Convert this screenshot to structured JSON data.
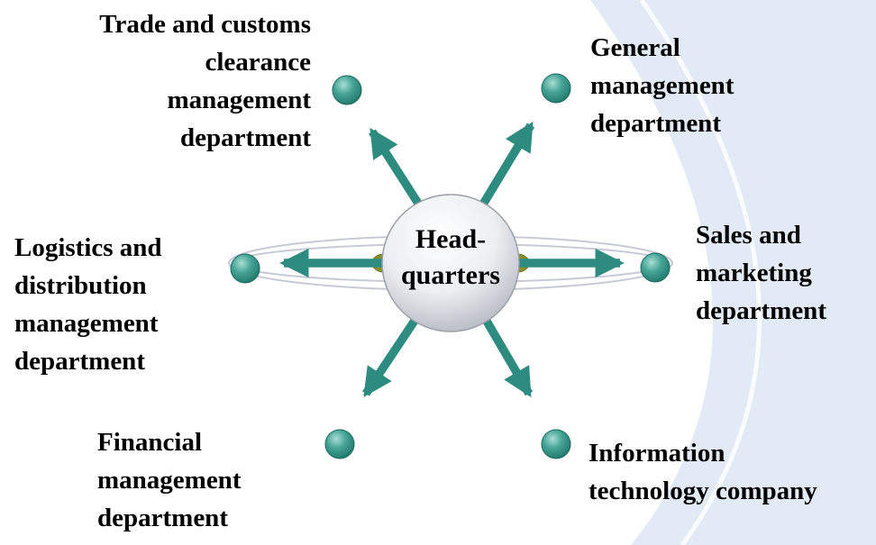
{
  "center": {
    "label": "Head-\nquarters"
  },
  "nodes": [
    {
      "id": "trade-customs-clearance",
      "label": "Trade and customs\nclearance\nmanagement\ndepartment"
    },
    {
      "id": "general-management",
      "label": "General\nmanagement\ndepartment"
    },
    {
      "id": "logistics-distribution",
      "label": "Logistics and\ndistribution\nmanagement\ndepartment"
    },
    {
      "id": "sales-marketing",
      "label": "Sales and\nmarketing\ndepartment"
    },
    {
      "id": "financial-management",
      "label": "Financial\nmanagement\ndepartment"
    },
    {
      "id": "information-technology",
      "label": "Information\ntechnology company"
    }
  ],
  "colors": {
    "arrow": "#2e8b80",
    "node": "#3f9c8f",
    "ring": "#c5cbd6",
    "olive": "#8b8f2a",
    "swoosh": "#e2ebf5",
    "centerFill": "#d9dde2"
  }
}
